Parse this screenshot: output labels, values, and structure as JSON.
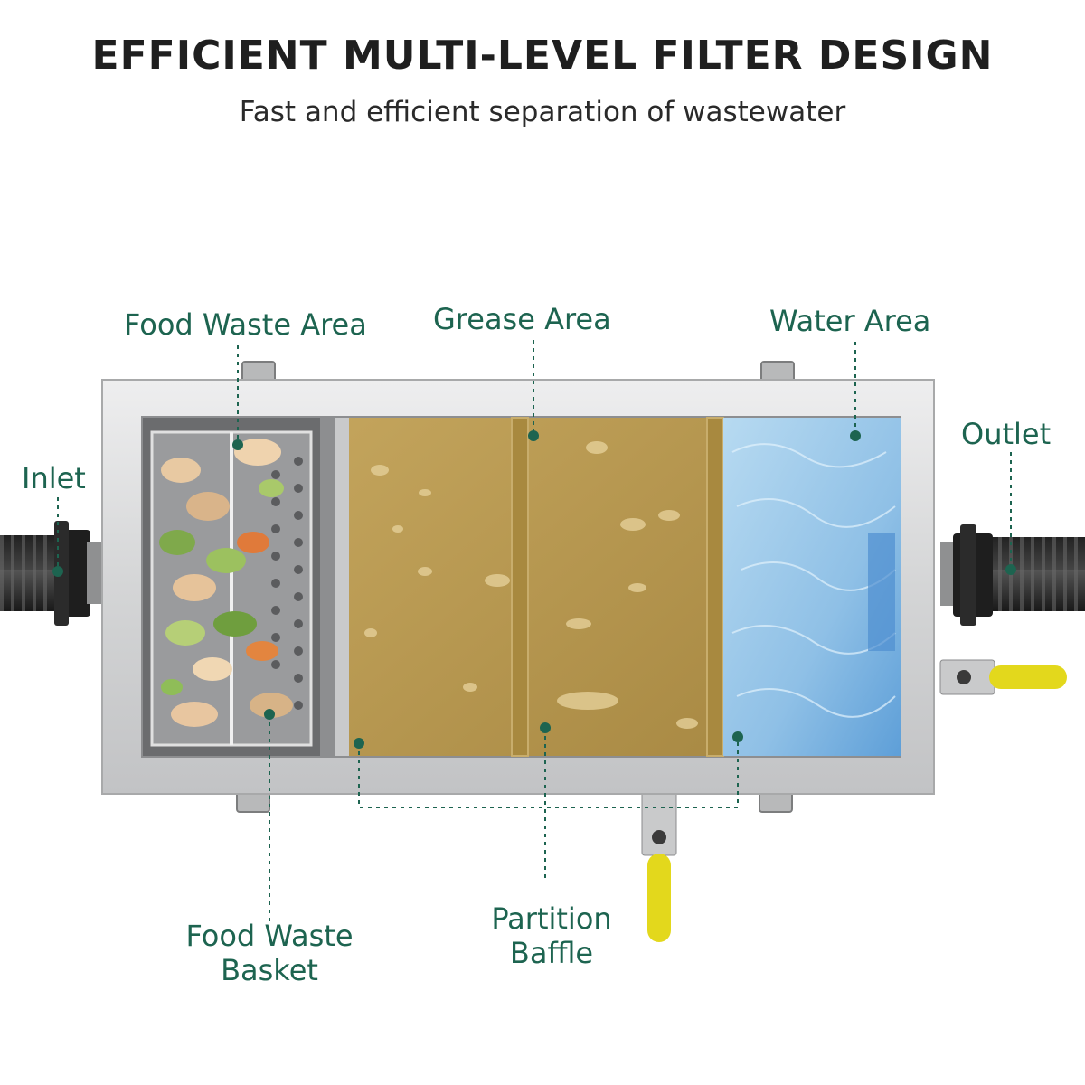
{
  "header": {
    "title": "EFFICIENT MULTI-LEVEL FILTER DESIGN",
    "subtitle": "Fast and efficient separation of wastewater"
  },
  "labels": {
    "food_waste_area": "Food Waste Area",
    "grease_area": "Grease Area",
    "water_area": "Water Area",
    "inlet": "Inlet",
    "outlet": "Outlet",
    "food_waste_basket_line1": "Food Waste",
    "food_waste_basket_line2": "Basket",
    "partition_baffle_line1": "Partition",
    "partition_baffle_line2": "Baffle"
  },
  "colors": {
    "label_text": "#1d6450",
    "leader_line": "#1d6450",
    "tank_steel": "#d9dadb",
    "grease": "#b99a52",
    "water": "#9cc9ea",
    "valve_handle": "#e3d81c"
  }
}
